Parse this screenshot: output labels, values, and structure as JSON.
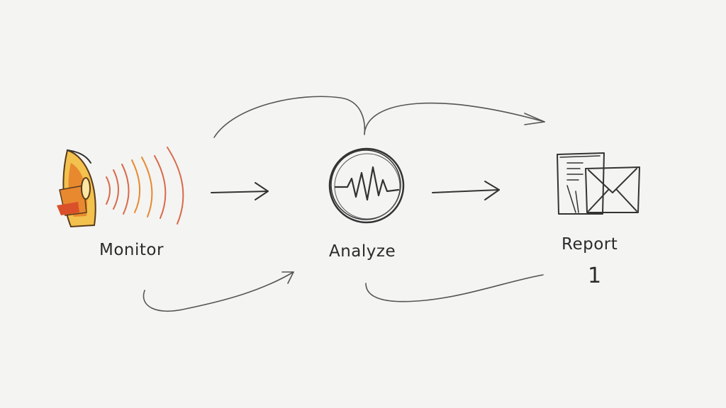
{
  "steps": [
    {
      "label": "Monitor",
      "icon": "satellite-dish-icon"
    },
    {
      "label": "Analyze",
      "icon": "waveform-circle-icon"
    },
    {
      "label": "Report",
      "icon": "document-envelope-icon"
    }
  ],
  "report_number": "1",
  "colors": {
    "background": "#f4f4f2",
    "ink": "#333333",
    "dish_orange": "#e8892f",
    "dish_red": "#d9502b",
    "dish_yellow": "#f2c14e",
    "waves": "#d9694a"
  }
}
